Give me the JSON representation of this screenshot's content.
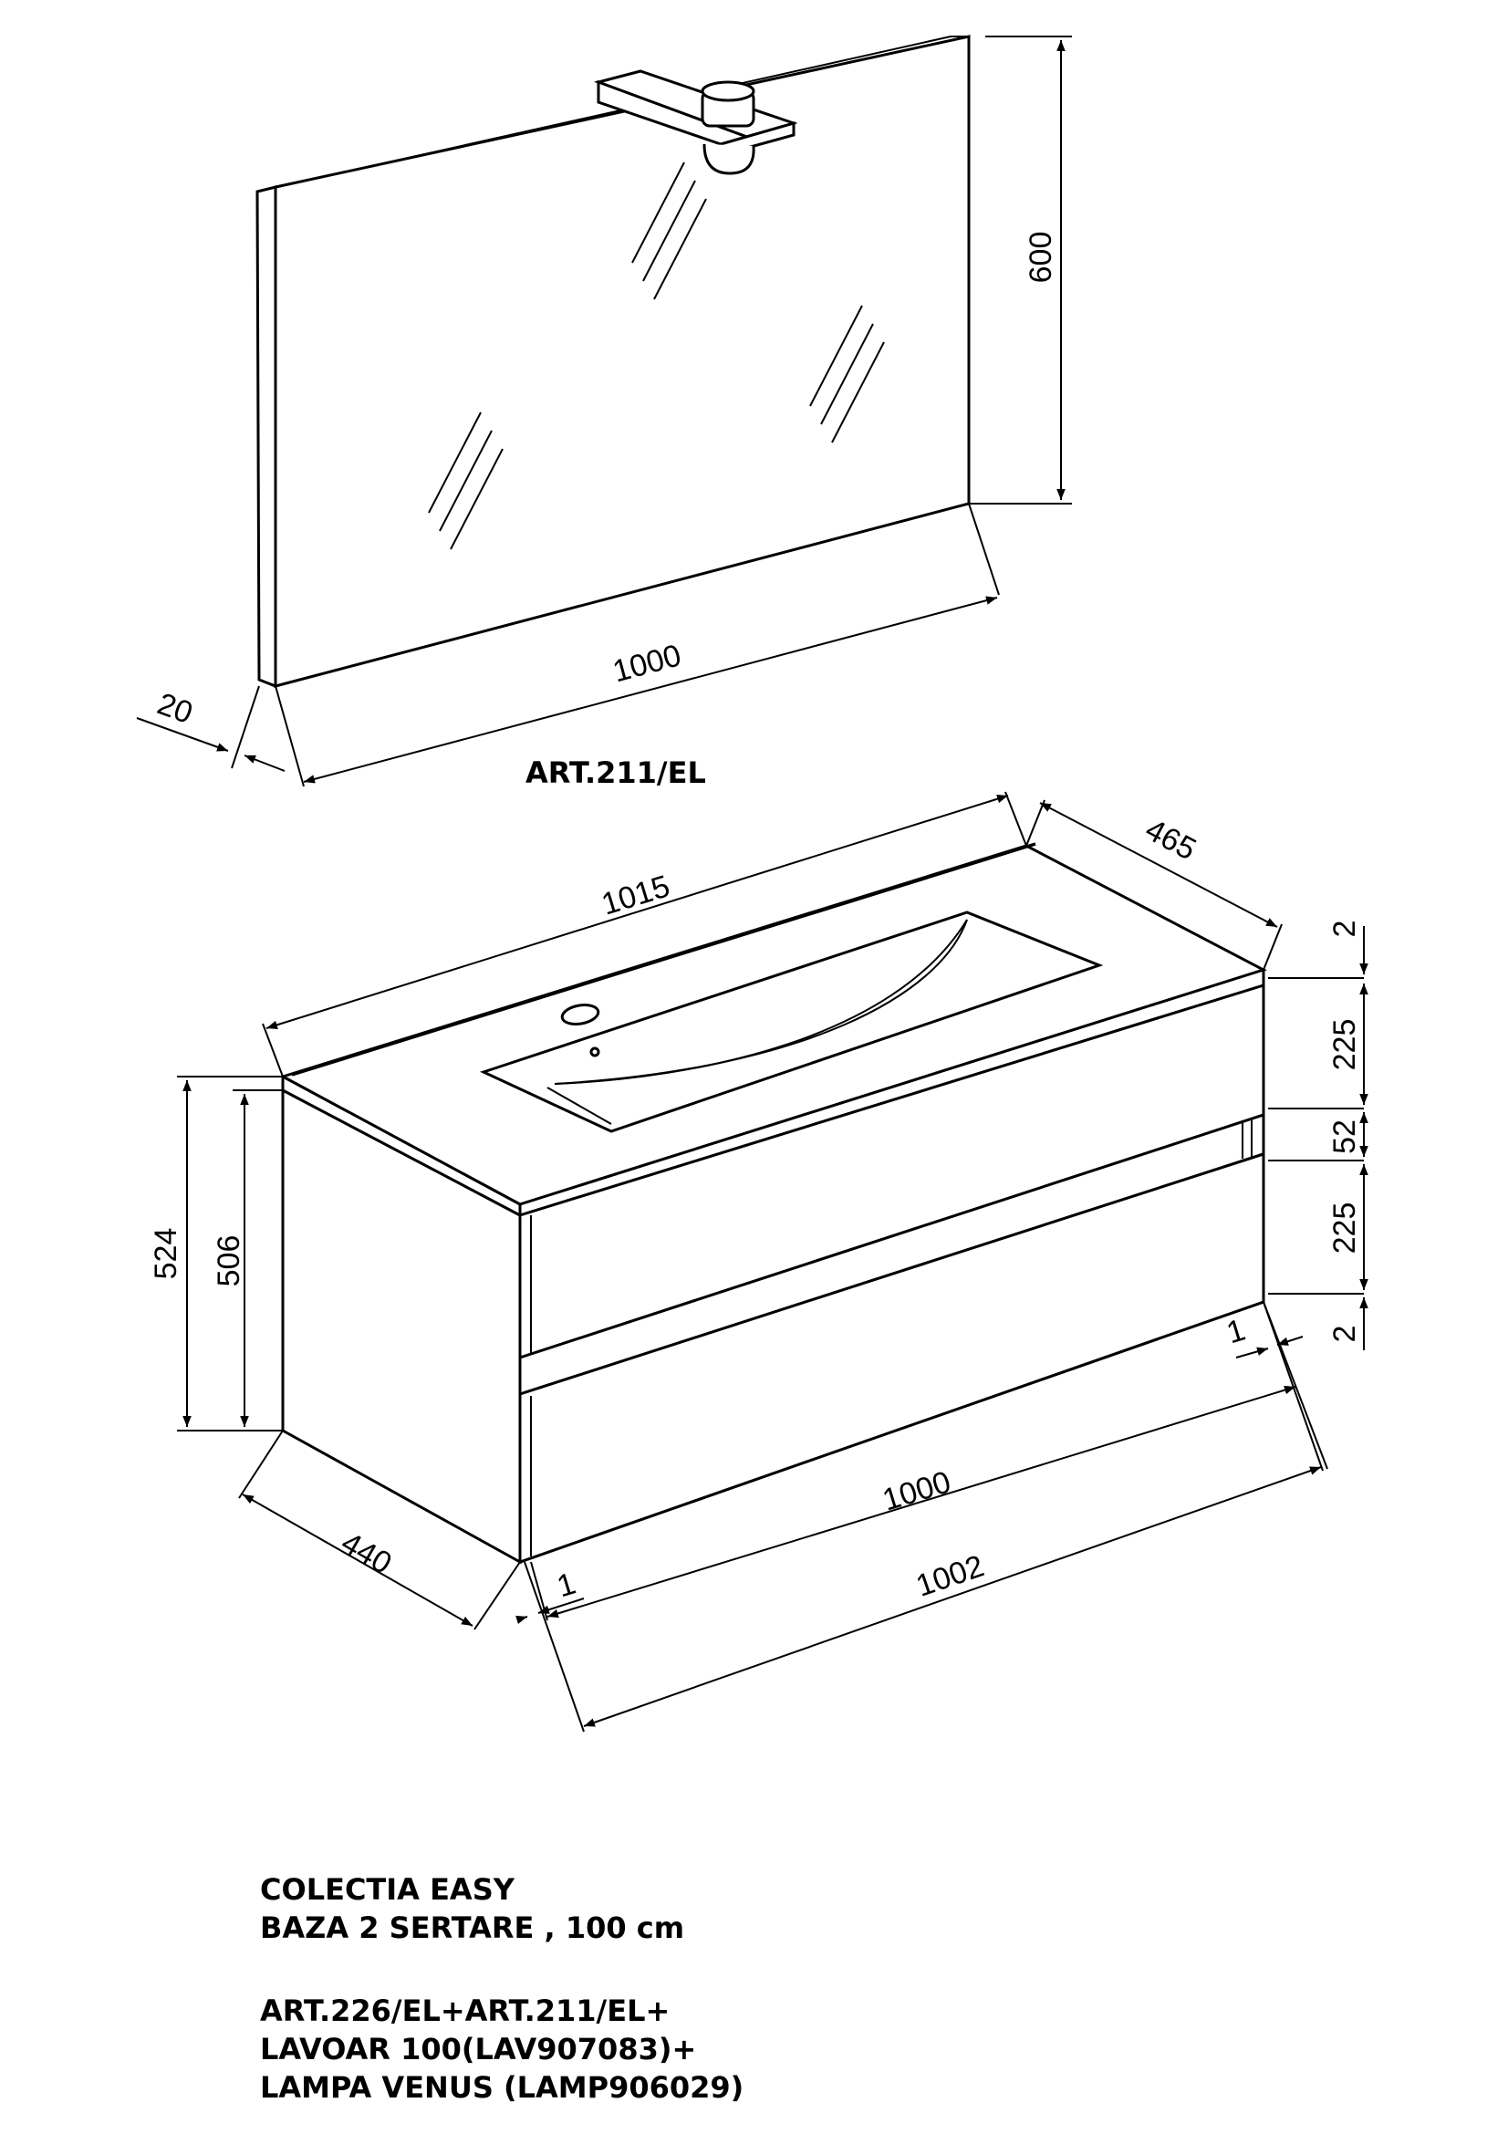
{
  "mirror": {
    "label": "ART.211/EL",
    "dims": {
      "height": "600",
      "width": "1000",
      "depth": "20"
    }
  },
  "cabinet": {
    "dims": {
      "top_width": "1015",
      "top_depth": "465",
      "base_depth": "440",
      "drawer_width": "1000",
      "overall_width": "1002",
      "total_height": "524",
      "body_height": "506",
      "top_gap": "2",
      "drawer_upper": "225",
      "gap_middle": "52",
      "drawer_lower": "225",
      "bottom_gap": "2",
      "offset_right": "1",
      "offset_left": "1"
    }
  },
  "caption": {
    "line1": "COLECTIA EASY",
    "line2": "BAZA  2 SERTARE , 100 cm",
    "line3": "ART.226/EL+ART.211/EL+",
    "line4": "LAVOAR 100(LAV907083)+",
    "line5": "LAMPA VENUS (LAMP906029)"
  }
}
